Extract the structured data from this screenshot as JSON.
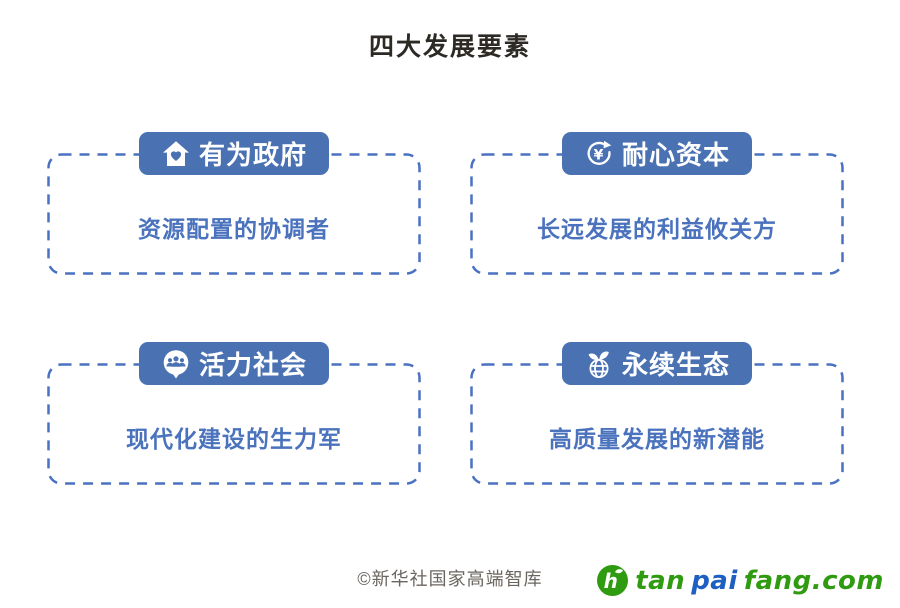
{
  "page": {
    "title": "四大发展要素",
    "footer_credit": "©新华社国家高端智库"
  },
  "cards": [
    {
      "icon": "house-heart-icon",
      "label": "有为政府",
      "description": "资源配置的协调者"
    },
    {
      "icon": "yen-cycle-icon",
      "label": "耐心资本",
      "description": "长远发展的利益攸关方"
    },
    {
      "icon": "people-bubble-icon",
      "label": "活力社会",
      "description": "现代化建设的生力军"
    },
    {
      "icon": "globe-leaf-icon",
      "label": "永续生态",
      "description": "高质量发展的新潜能"
    }
  ],
  "logo": {
    "icon": "tanpaifang-logo-icon",
    "segments": [
      {
        "text": "tan",
        "color": "#2f9b11"
      },
      {
        "text": "pai",
        "color": "#1e5fc2"
      },
      {
        "text": "fang.com",
        "color": "#2f9b11"
      }
    ]
  },
  "colors": {
    "badge_blue": "#4a72b3",
    "border_blue": "#4a71c2",
    "text_blue": "#4a72bd",
    "title_dark": "#2d2a25",
    "footer_gray": "#6b6560",
    "logo_green": "#2f9b11",
    "logo_blue": "#1e5fc2"
  }
}
